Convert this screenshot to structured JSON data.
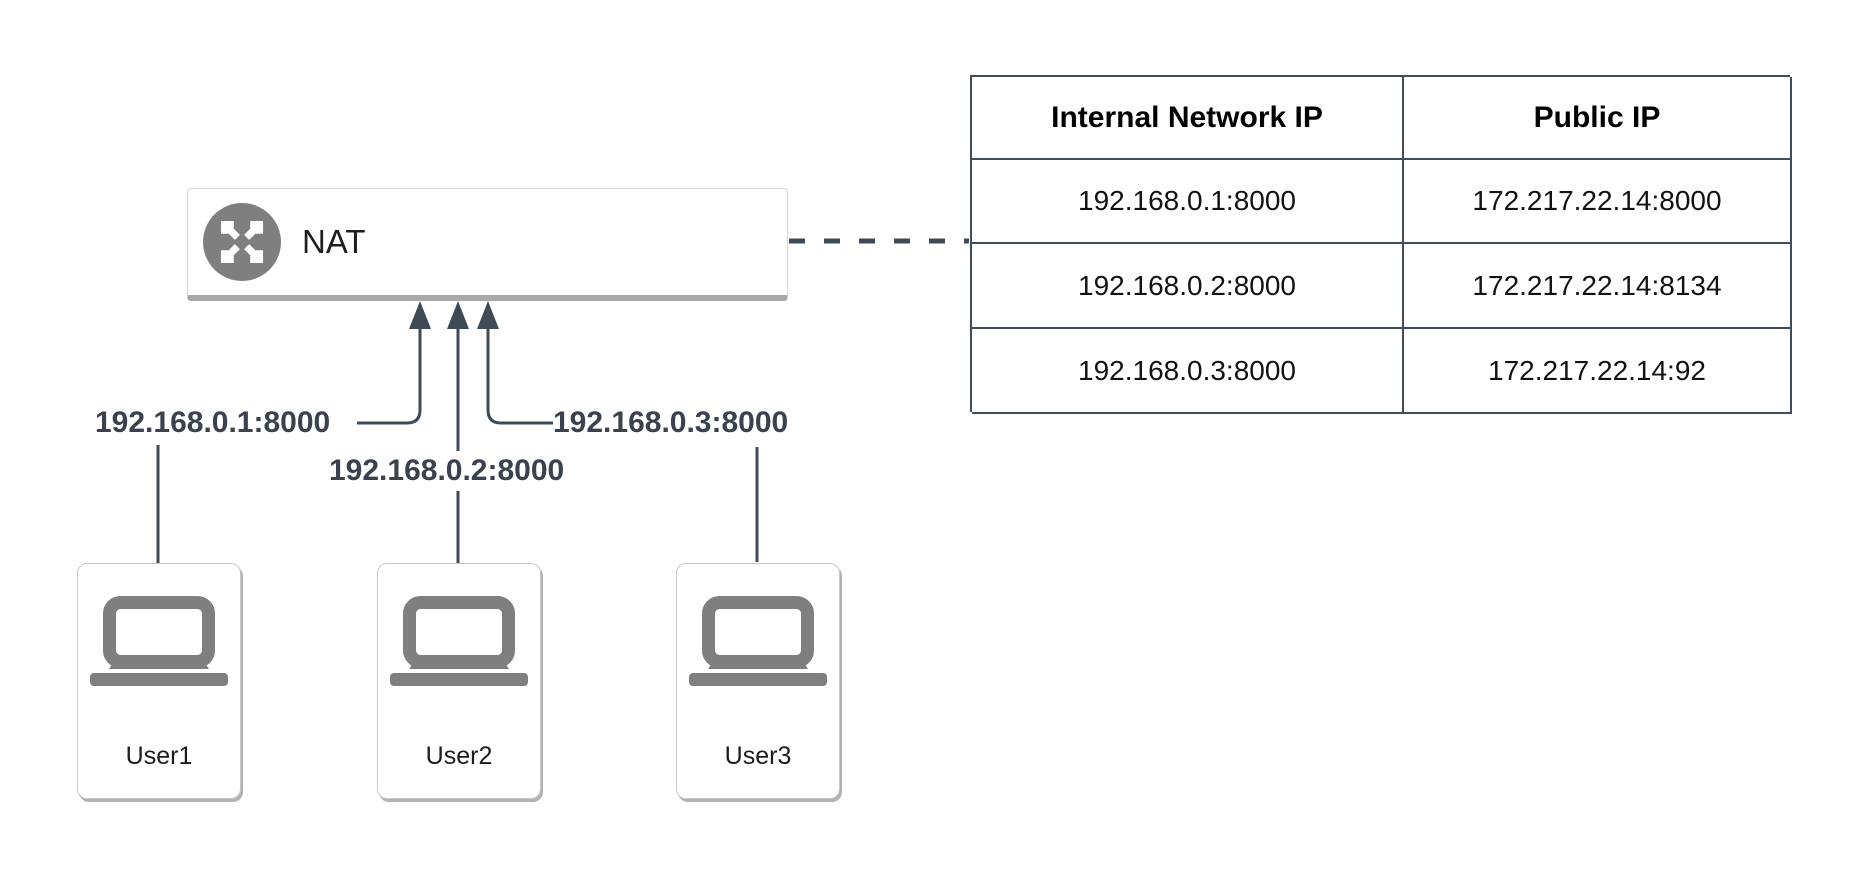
{
  "nat": {
    "label": "NAT",
    "icon": "expand-arrows-router-icon"
  },
  "users": [
    {
      "name": "User1",
      "ip_label": "192.168.0.1:8000",
      "icon": "laptop-icon"
    },
    {
      "name": "User2",
      "ip_label": "192.168.0.2:8000",
      "icon": "laptop-icon"
    },
    {
      "name": "User3",
      "ip_label": "192.168.0.3:8000",
      "icon": "laptop-icon"
    }
  ],
  "table": {
    "headers": [
      "Internal Network IP",
      "Public IP"
    ],
    "rows": [
      [
        "192.168.0.1:8000",
        "172.217.22.14:8000"
      ],
      [
        "192.168.0.2:8000",
        "172.217.22.14:8134"
      ],
      [
        "192.168.0.3:8000",
        "172.217.22.14:92"
      ]
    ]
  },
  "colors": {
    "line": "#3f4a57",
    "label_text": "#3a424d",
    "table_border": "#414b59",
    "icon_gray": "#7f7f7f",
    "node_border": "#d5d5d5",
    "node_shadow": "#a9a9a9",
    "card_border": "#c8c8c8",
    "card_shadow": "#b2b2b2",
    "text_dark": "#1c1c1c"
  }
}
